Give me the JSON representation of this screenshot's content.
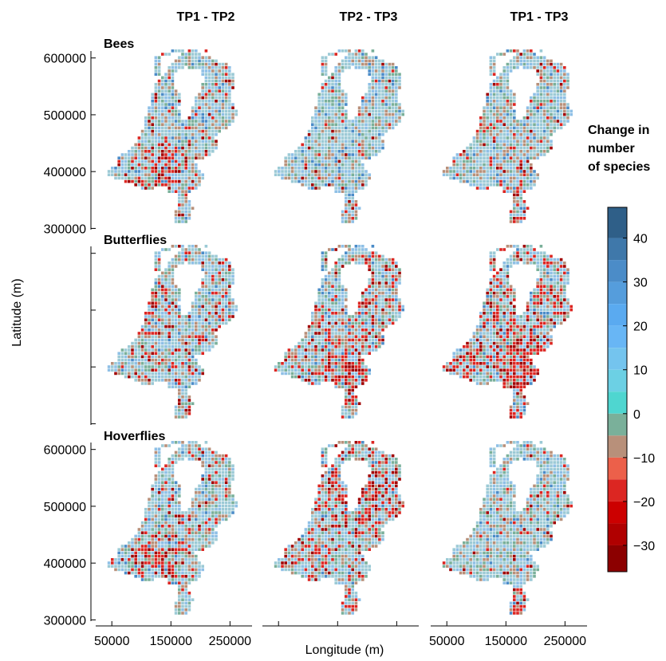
{
  "chart_data": {
    "type": "heatmap",
    "columns": [
      "TP1 - TP2",
      "TP2 - TP3",
      "TP1 - TP3"
    ],
    "rows": [
      "Bees",
      "Butterflies",
      "Hoverflies"
    ],
    "xlabel": "Longitude (m)",
    "ylabel": "Latitude (m)",
    "xlim": [
      20000,
      290000
    ],
    "ylim": [
      295000,
      615000
    ],
    "x_ticks": [
      50000,
      150000,
      250000
    ],
    "x_tick_labels": [
      "50000",
      "150000",
      "250000"
    ],
    "y_ticks": [
      300000,
      400000,
      500000,
      600000
    ],
    "y_tick_labels": [
      "300000",
      "400000",
      "500000",
      "600000"
    ],
    "colorbar": {
      "title_lines": [
        "Change in",
        "number",
        "of species"
      ],
      "ticks": [
        40,
        30,
        20,
        10,
        0,
        -10,
        -20,
        -30
      ],
      "tick_labels": [
        "40",
        "30",
        "20",
        "10",
        "0",
        "−10",
        "−20",
        "−30"
      ],
      "range": [
        -36,
        47
      ],
      "bins": [
        {
          "from": 40,
          "to": 47,
          "color": "#2f5f88"
        },
        {
          "from": 35,
          "to": 40,
          "color": "#3f78aa"
        },
        {
          "from": 30,
          "to": 35,
          "color": "#4b8cc8"
        },
        {
          "from": 25,
          "to": 30,
          "color": "#559ddc"
        },
        {
          "from": 20,
          "to": 25,
          "color": "#5aaaf0"
        },
        {
          "from": 15,
          "to": 20,
          "color": "#68b6f5"
        },
        {
          "from": 10,
          "to": 15,
          "color": "#74c4ee"
        },
        {
          "from": 5,
          "to": 10,
          "color": "#6cd0e4"
        },
        {
          "from": 0,
          "to": 5,
          "color": "#4fd6d0"
        },
        {
          "from": -5,
          "to": 0,
          "color": "#7ab09a"
        },
        {
          "from": -10,
          "to": -5,
          "color": "#b8907a"
        },
        {
          "from": -15,
          "to": -10,
          "color": "#ec604a"
        },
        {
          "from": -20,
          "to": -15,
          "color": "#dc2622"
        },
        {
          "from": -25,
          "to": -20,
          "color": "#cc0000"
        },
        {
          "from": -30,
          "to": -25,
          "color": "#b00000"
        },
        {
          "from": -36,
          "to": -30,
          "color": "#8c0000"
        }
      ]
    },
    "map_cell_colors": {
      "neutral": "#9ccad6",
      "light_blue": "#8fc0e6",
      "green": "#7ab09a",
      "brown": "#b8907a",
      "red": "#dc2622",
      "dark_red": "#a00000",
      "blue": "#4b8cc8"
    }
  }
}
